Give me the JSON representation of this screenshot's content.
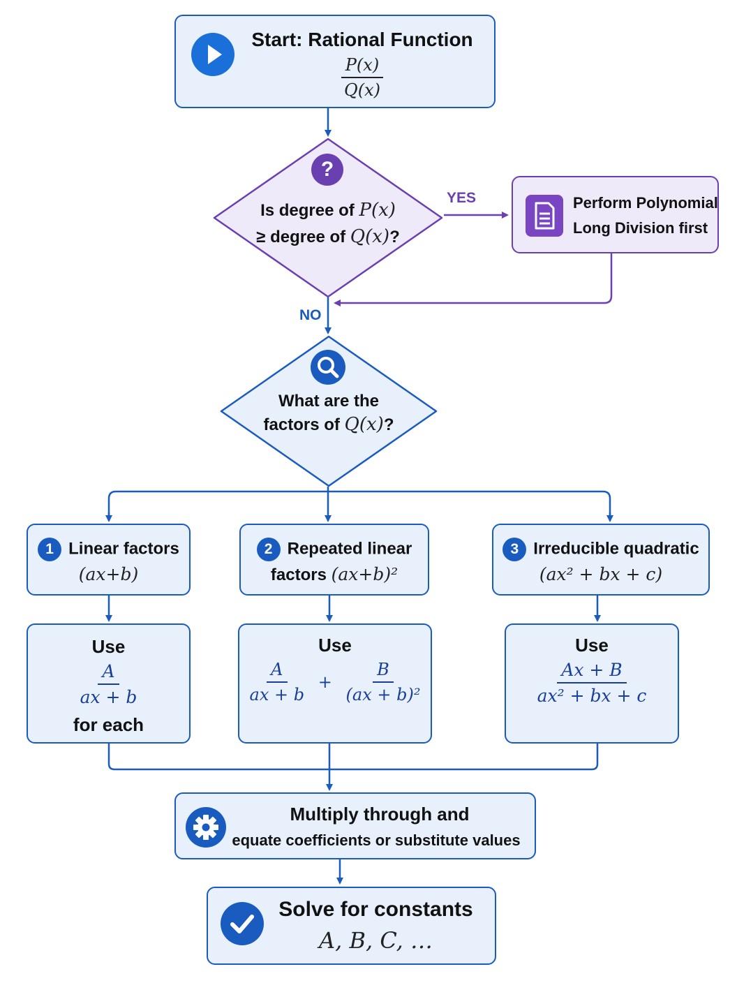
{
  "colors": {
    "blue": "#1a5bbf",
    "purple": "#6a3fb0",
    "box_fill": "#e8f1fb",
    "purple_fill": "#efeafa"
  },
  "start": {
    "title": "Start: Rational Function",
    "numerator": "P(x)",
    "denominator": "Q(x)",
    "icon": "play-icon"
  },
  "decision_degree": {
    "line1": "Is degree of",
    "line1_math": "P(x)",
    "line2_prefix": "≥ degree of",
    "line2_math": "Q(x)",
    "line2_suffix": "?",
    "icon": "question-icon"
  },
  "branch_labels": {
    "yes": "YES",
    "no": "NO"
  },
  "long_division": {
    "line1": "Perform Polynomial",
    "line2": "Long Division first",
    "icon": "document-icon"
  },
  "decision_factors": {
    "line1": "What are the",
    "line2_prefix": "factors of",
    "line2_math": "Q(x)",
    "line2_suffix": "?",
    "icon": "magnifier-icon"
  },
  "cases": [
    {
      "badge": "1",
      "title": "Linear factors",
      "expr": "(ax+b)"
    },
    {
      "badge": "2",
      "title": "Repeated linear",
      "title2": "factors",
      "expr": "(ax+b)²"
    },
    {
      "badge": "3",
      "title": "Irreducible quadratic",
      "expr": "(ax² + bx + c)"
    }
  ],
  "uses": [
    {
      "label": "Use",
      "numerator": "A",
      "denominator": "ax + b",
      "suffix": "for each"
    },
    {
      "label": "Use",
      "term1_num": "A",
      "term1_den": "ax + b",
      "plus": "+",
      "term2_num": "B",
      "term2_den": "(ax + b)²"
    },
    {
      "label": "Use",
      "numerator": "Ax + B",
      "denominator": "ax² + bx + c"
    }
  ],
  "multiply": {
    "line1": "Multiply through and",
    "line2": "equate coefficients or substitute values",
    "icon": "gear-icon"
  },
  "solve": {
    "title": "Solve for constants",
    "constants": "A, B, C, …",
    "icon": "checkmark-icon"
  }
}
